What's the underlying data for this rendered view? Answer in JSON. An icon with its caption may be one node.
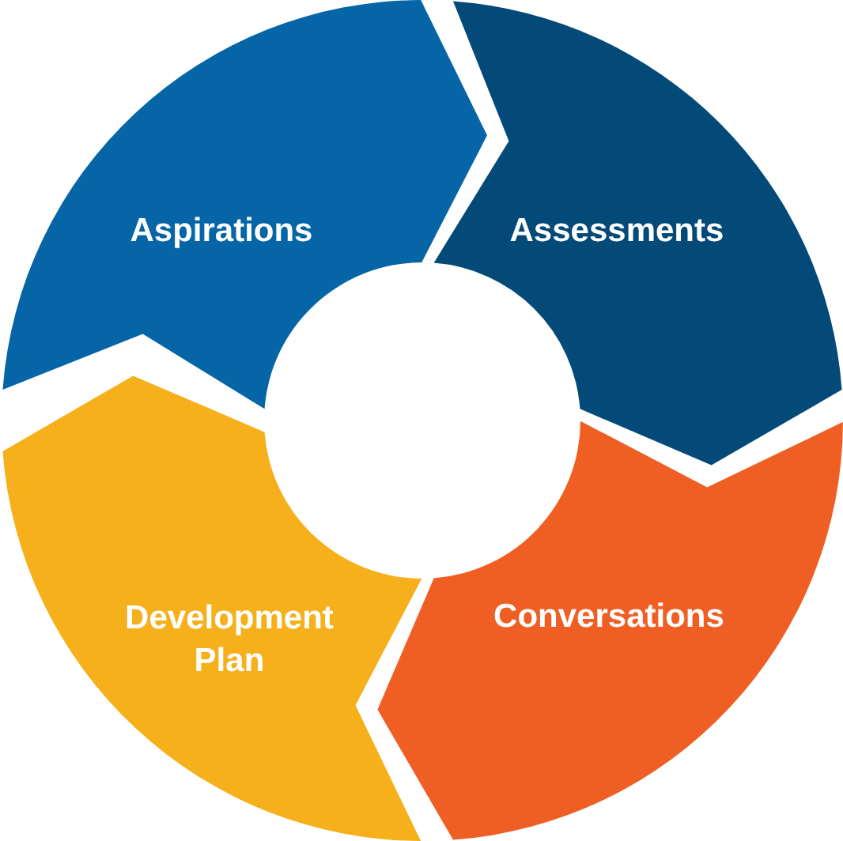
{
  "diagram": {
    "nodes": [
      {
        "text": [
          "Aspirations"
        ]
      },
      {
        "text": [
          "Assessments"
        ]
      },
      {
        "text": [
          "Conversations"
        ]
      },
      {
        "text": [
          "Development Plan"
        ]
      }
    ]
  }
}
